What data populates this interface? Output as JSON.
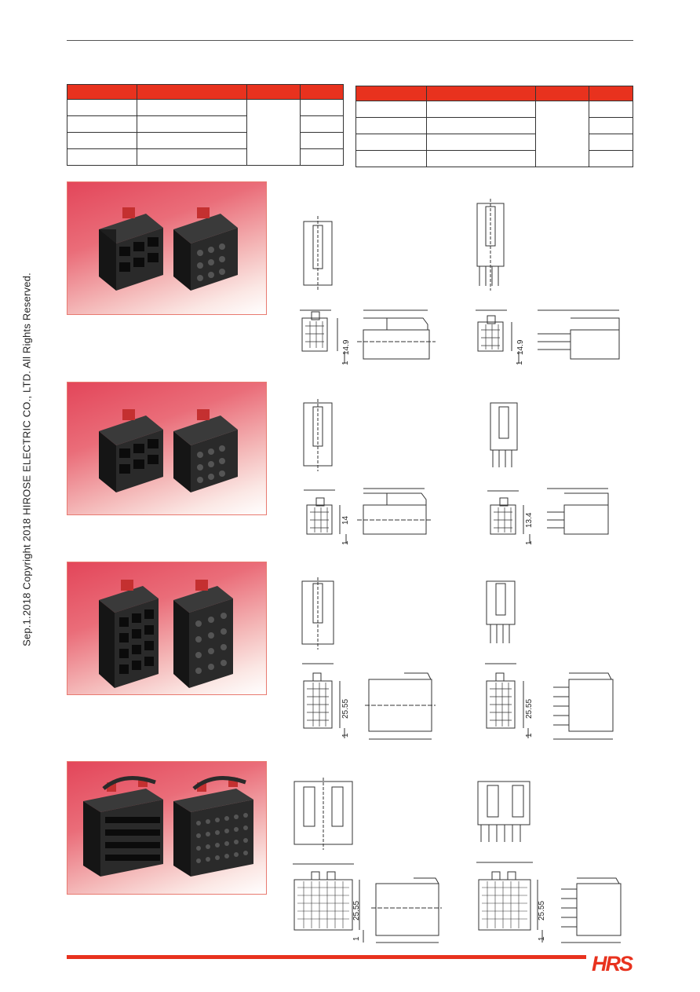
{
  "document": {
    "copyright_line": "Sep.1.2018  Copyright 2018 HIROSE ELECTRIC CO., LTD. All Rights Reserved.",
    "logo_text": "HRS",
    "brand_color": "#e8321e"
  },
  "sections": [
    {
      "id": "row-1",
      "dims": {
        "left_height": "14.9",
        "left_offset": "1",
        "right_height": "14.9",
        "right_offset": "1"
      }
    },
    {
      "id": "row-2",
      "dims": {
        "left_height": "14",
        "left_offset": "1",
        "right_height": "13.4",
        "right_offset": "1"
      }
    },
    {
      "id": "row-3",
      "dims": {
        "left_height": "25.55",
        "left_offset": "1",
        "right_height": "25.55",
        "right_offset": "1"
      }
    },
    {
      "id": "row-4",
      "dims": {
        "left_height": "25.55",
        "left_offset": "1",
        "right_height": "25.55",
        "right_offset": "1"
      }
    }
  ]
}
